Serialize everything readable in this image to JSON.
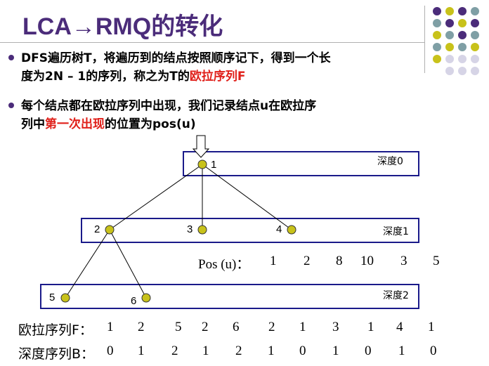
{
  "title": "LCA→RMQ的转化",
  "bullets": [
    {
      "line1": "DFS遍历树T，将遍历到的结点按照顺序记下，得到一个长",
      "line2_plain": "度为2N – 1的序列，称之为T的",
      "line2_red": "欧拉序列F"
    },
    {
      "line1": "每个结点都在欧拉序列中出现，我们记录结点u在欧拉序",
      "line2_plain": "列中",
      "line2_red": "第一次出现",
      "line2_tail": "的位置为pos(u)"
    }
  ],
  "tree": {
    "depth_labels": [
      "深度0",
      "深度1",
      "深度2"
    ],
    "node_labels": [
      "1",
      "2",
      "3",
      "4",
      "5",
      "6"
    ],
    "node_color": "#c8c21a"
  },
  "pos": {
    "label": "Pos (u)：",
    "values": [
      "1",
      "2",
      "8",
      "10",
      "3",
      "5"
    ]
  },
  "euler": {
    "label": "欧拉序列F：",
    "values": [
      "1",
      "2",
      "5",
      "2",
      "6",
      "2",
      "1",
      "3",
      "1",
      "4",
      "1"
    ]
  },
  "depth": {
    "label": "深度序列B：",
    "values": [
      "0",
      "1",
      "2",
      "1",
      "2",
      "1",
      "0",
      "1",
      "0",
      "1",
      "0"
    ]
  },
  "colors": {
    "title": "#4b2c7a",
    "red": "#e0201a",
    "box": "#1a1a8a",
    "dot_purple": "#4b2c7a",
    "dot_teal": "#7f9fa5",
    "dot_yellow": "#c8c21a",
    "dot_light": "#d6d4e6"
  }
}
